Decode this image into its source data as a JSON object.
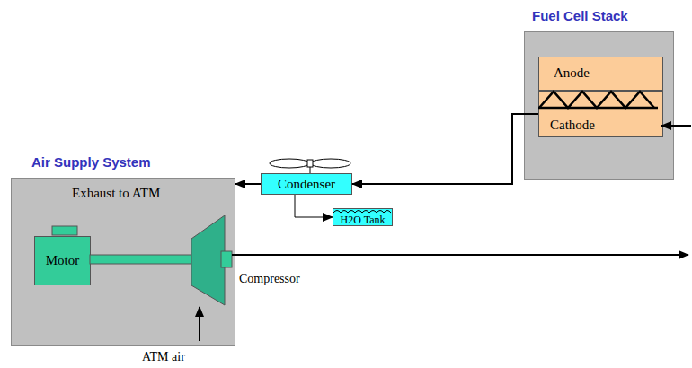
{
  "diagram": {
    "nodes": [
      {
        "text": [
          "Fuel Cell Stack"
        ]
      },
      {
        "text": [
          "Anode"
        ],
        "in": 0
      },
      {
        "text": [
          "Cathode"
        ],
        "in": 0
      },
      {
        "text": [
          "Air Supply System"
        ]
      },
      {
        "text": [
          "Motor"
        ],
        "in": 3
      },
      {
        "text": [
          "Condenser"
        ]
      },
      {
        "text": [
          "H2O Tank"
        ]
      }
    ],
    "edges": [
      {
        "from": 2,
        "to": 5,
        "arrow": "to"
      },
      {
        "from": 5,
        "to": 3,
        "arrow": "to"
      },
      {
        "from": 5,
        "to": 6,
        "arrow": "to"
      }
    ],
    "labels": [
      "Exhaust to ATM",
      "Compressor",
      "ATM air"
    ]
  }
}
